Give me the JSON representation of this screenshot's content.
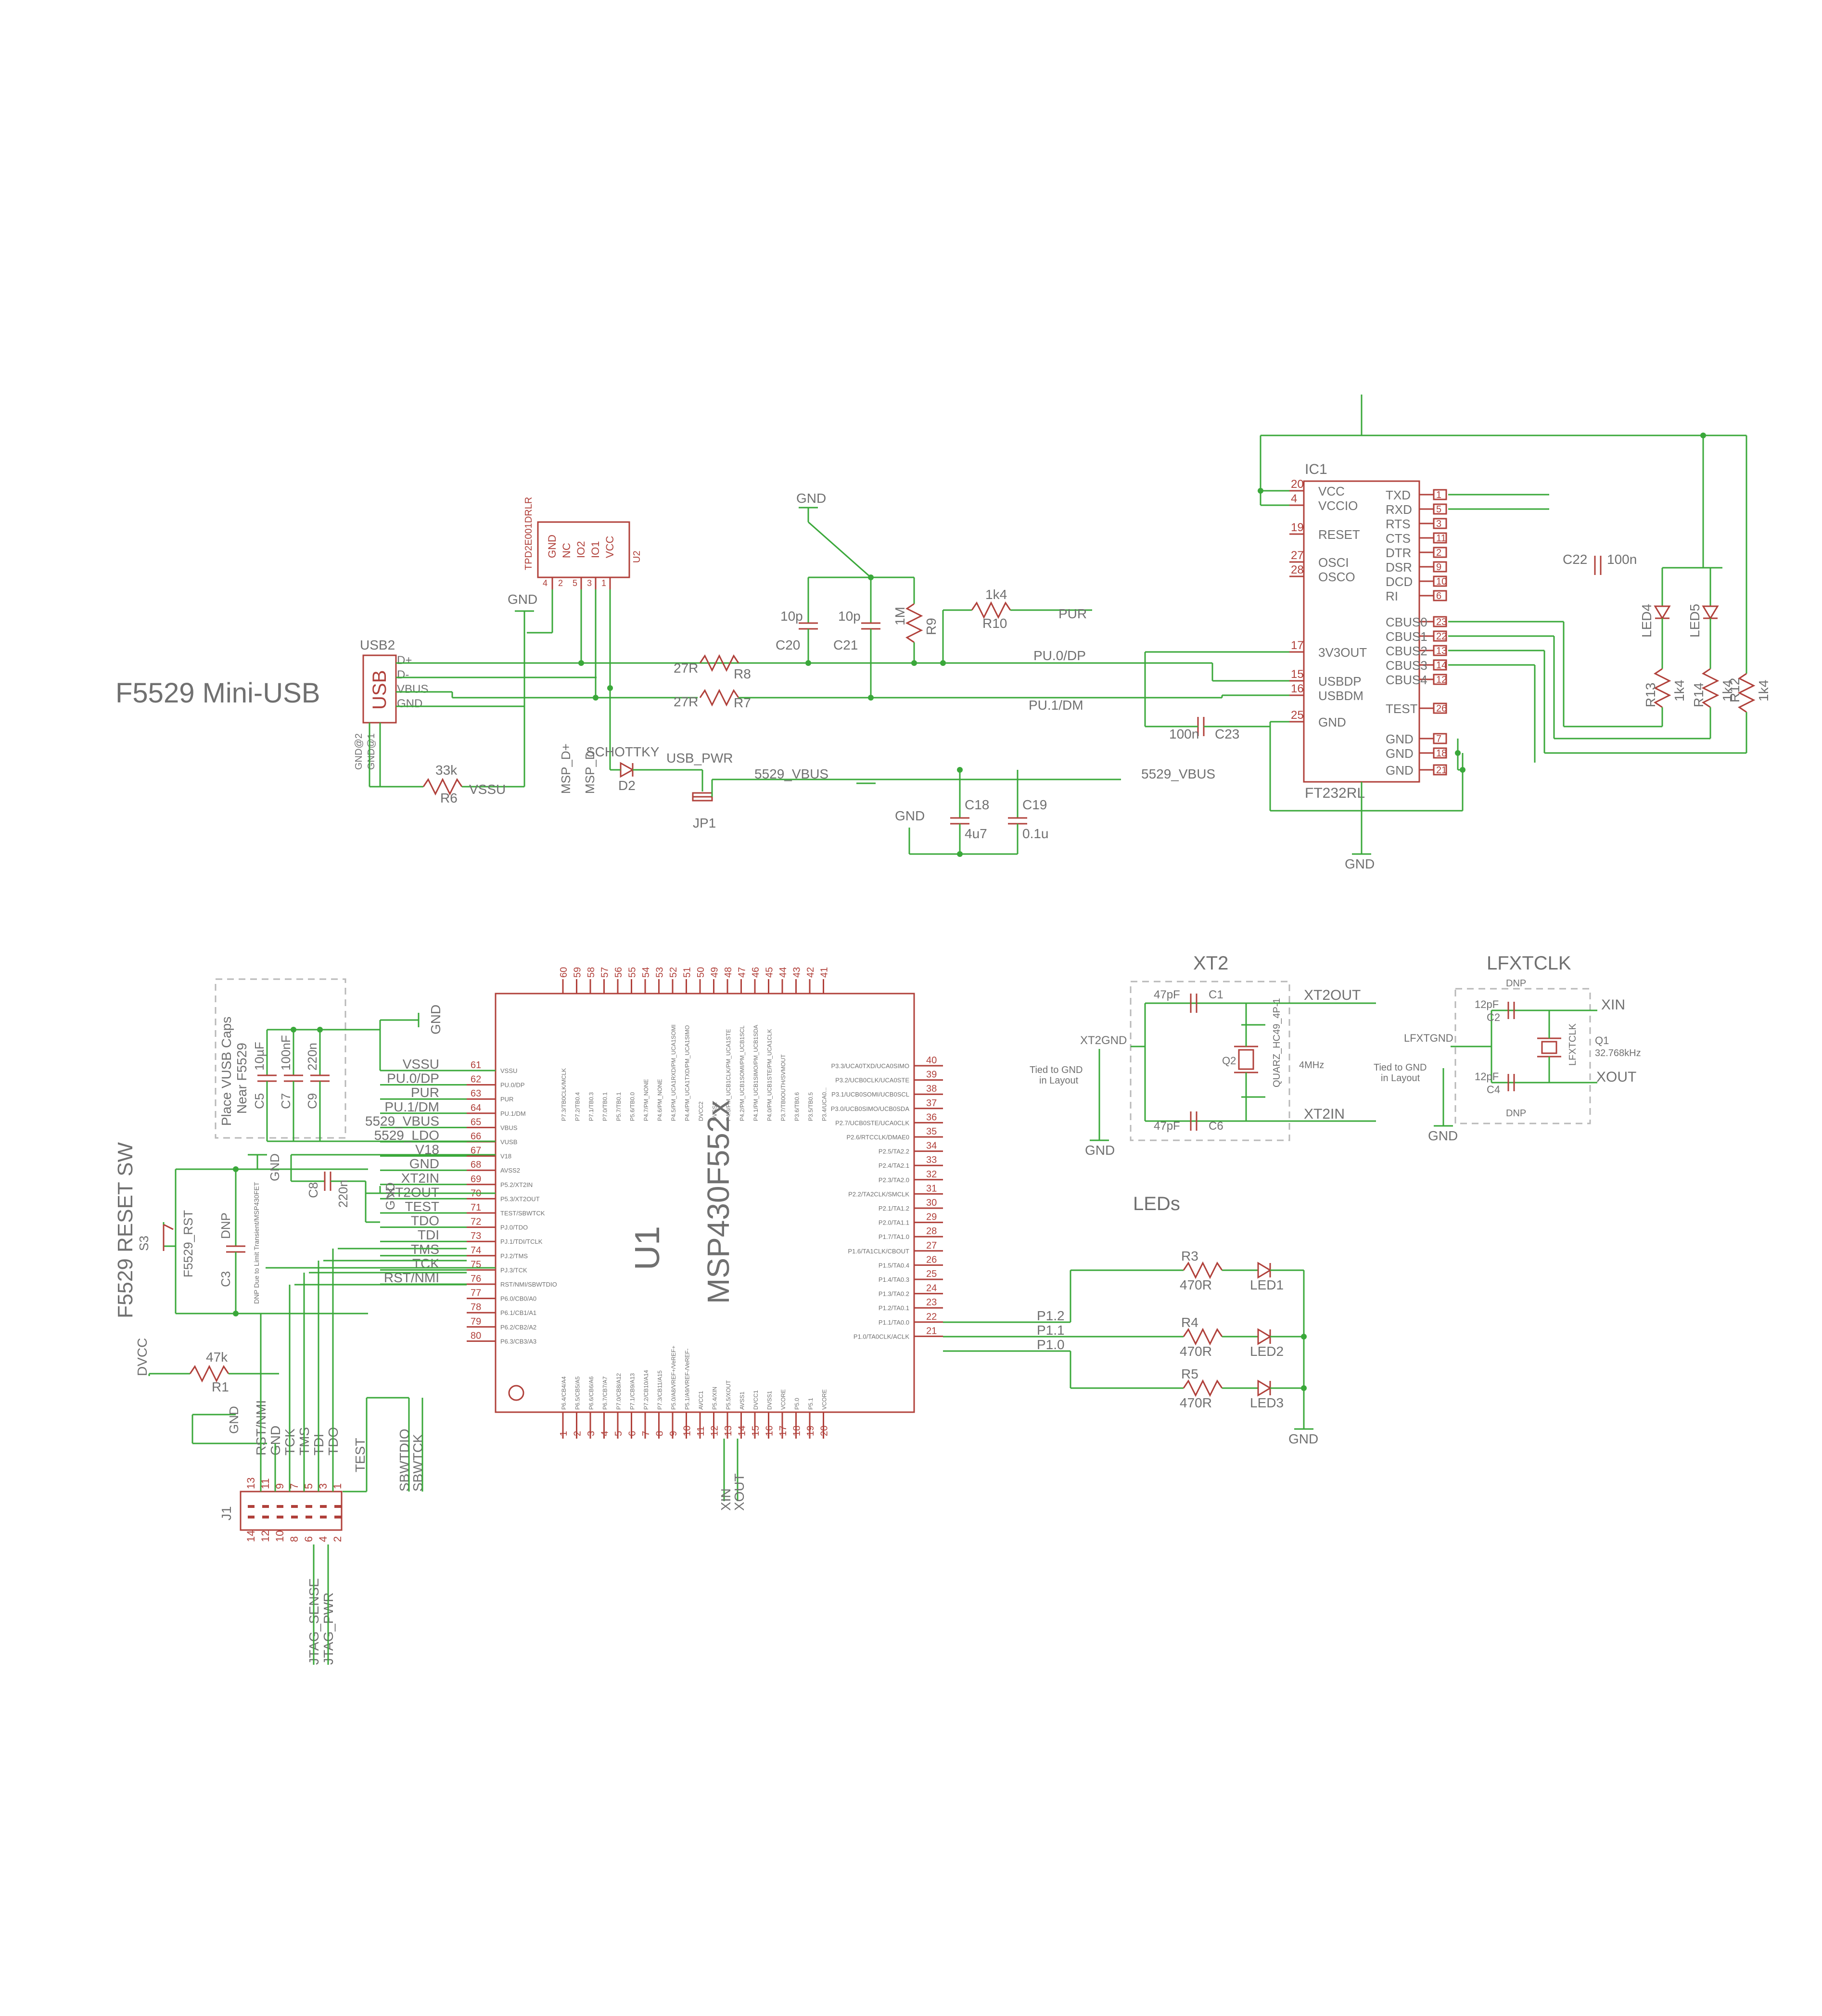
{
  "usb": {
    "title": "F5529 Mini-USB",
    "connector": "USB2",
    "body": "USB",
    "pins": [
      "D+",
      "D-",
      "VBUS",
      "GND",
      "GND@2",
      "GND@1"
    ],
    "r6": "R6",
    "r6_val": "33k",
    "vssu": "VSSU",
    "gnd": "GND"
  },
  "tvs": {
    "part": "TPD2E001DRLR",
    "ref": "U2",
    "pins": [
      "GND",
      "NC",
      "IO2",
      "IO1",
      "VCC"
    ],
    "nums": [
      "4",
      "2",
      "5",
      "3",
      "1"
    ]
  },
  "usbpwr": {
    "msp_dp": "MSP_D+",
    "msp_dm": "MSP_D-",
    "schottky": "SCHOTTKY",
    "d2": "D2",
    "usb_pwr": "USB_PWR",
    "jp1": "JP1",
    "vbus_a": "5529_VBUS",
    "vbus_b": "5529_VBUS",
    "c18": "C18",
    "c18_val": "4u7",
    "c19": "C19",
    "c19_val": "0.1u",
    "gnd": "GND"
  },
  "usbnet": {
    "r8": "R8",
    "r8_val": "27R",
    "r7": "R7",
    "r7_val": "27R",
    "pu0": "PU.0/DP",
    "pu1": "PU.1/DM",
    "c20": "C20",
    "c20_val": "10p",
    "c21": "C21",
    "c21_val": "10p",
    "r9": "R9",
    "r9_val": "1M",
    "r10": "R10",
    "r10_val": "1k4",
    "pur": "PUR",
    "gnd": "GND"
  },
  "ft232": {
    "ref": "IC1",
    "part": "FT232RL",
    "left_pins": [
      {
        "num": "20",
        "name": "VCC"
      },
      {
        "num": "4",
        "name": "VCCIO"
      },
      {
        "num": "19",
        "name": "RESET"
      },
      {
        "num": "27",
        "name": "OSCI"
      },
      {
        "num": "28",
        "name": "OSCO"
      },
      {
        "num": "17",
        "name": "3V3OUT"
      },
      {
        "num": "15",
        "name": "USBDP"
      },
      {
        "num": "16",
        "name": "USBDM"
      },
      {
        "num": "25",
        "name": "GND"
      }
    ],
    "right_pins": [
      {
        "num": "1",
        "name": "TXD"
      },
      {
        "num": "5",
        "name": "RXD"
      },
      {
        "num": "3",
        "name": "RTS"
      },
      {
        "num": "11",
        "name": "CTS"
      },
      {
        "num": "2",
        "name": "DTR"
      },
      {
        "num": "9",
        "name": "DSR"
      },
      {
        "num": "10",
        "name": "DCD"
      },
      {
        "num": "6",
        "name": "RI"
      },
      {
        "num": "23",
        "name": "CBUS0"
      },
      {
        "num": "22",
        "name": "CBUS1"
      },
      {
        "num": "13",
        "name": "CBUS2"
      },
      {
        "num": "14",
        "name": "CBUS3"
      },
      {
        "num": "12",
        "name": "CBUS4"
      },
      {
        "num": "26",
        "name": "TEST"
      },
      {
        "num": "7",
        "name": "GND"
      },
      {
        "num": "18",
        "name": "GND"
      },
      {
        "num": "21",
        "name": "GND"
      }
    ],
    "c23": "C23",
    "c23_val": "100n",
    "c22": "C22",
    "c22_val": "100n",
    "led4": "LED4",
    "led5": "LED5",
    "r13": "R13",
    "r13_val": "1k4",
    "r14": "R14",
    "r14_val": "1k4",
    "r12": "R12",
    "r12_val": "1k4",
    "gnd": "GND"
  },
  "mcu": {
    "ref": "U1",
    "part": "MSP430F552x",
    "top_nums": [
      "60",
      "59",
      "58",
      "57",
      "56",
      "55",
      "54",
      "53",
      "52",
      "51",
      "50",
      "49",
      "48",
      "47",
      "46",
      "45",
      "44",
      "43",
      "42",
      "41"
    ],
    "top_names": [
      "P7.3/TB0CLK/MCLK",
      "P7.2/TB0.4",
      "P7.1/TB0.3",
      "P7.0/TB0.1",
      "P5.7/TB0.1",
      "P5.6/TB0.0",
      "P4.7/PM_NONE",
      "P4.6/PM_NONE",
      "P4.5/PM_UCA1RXD/PM_UCA1SOMI",
      "P4.4/PM_UCA1TXD/PM_UCA1SIMO",
      "DVCC2",
      "DVSS2",
      "P4.3/PM_UCB1CLK/PM_UCA1STE",
      "P4.2/PM_UCB1SOMI/PM_UCB1SCL",
      "P4.1/PM_UCB1SIMO/PM_UCB1SDA",
      "P4.0/PM_UCB1STE/PM_UCA1CLK",
      "P3.7/TB0OUTH/SVMOUT",
      "P3.6/TB0.6",
      "P3.5/TB0.5",
      "P3.4/UCA0..."
    ],
    "left_nums": [
      "61",
      "62",
      "63",
      "64",
      "65",
      "66",
      "67",
      "68",
      "69",
      "70",
      "71",
      "72",
      "73",
      "74",
      "75",
      "76",
      "77",
      "78",
      "79",
      "80"
    ],
    "left_names": [
      "VSSU",
      "PU.0/DP",
      "PUR",
      "PU.1/DM",
      "VBUS",
      "VUSB",
      "V18",
      "AVSS2",
      "P5.2/XT2IN",
      "P5.3/XT2OUT",
      "TEST/SBWTCK",
      "PJ.0/TDO",
      "PJ.1/TDI/TCLK",
      "PJ.2/TMS",
      "PJ.3/TCK",
      "RST/NMI/SBWTDIO",
      "P6.0/CB0/A0",
      "P6.1/CB1/A1",
      "P6.2/CB2/A2",
      "P6.3/CB3/A3"
    ],
    "left_nets": [
      "VSSU",
      "PU.0/DP",
      "PUR",
      "PU.1/DM",
      "5529_VBUS",
      "5529_LDO",
      "V18",
      "GND",
      "XT2IN",
      "XT2OUT",
      "TEST",
      "TDO",
      "TDI",
      "TMS",
      "TCK",
      "RST/NMI",
      "",
      "",
      "",
      ""
    ],
    "right_nums": [
      "40",
      "39",
      "38",
      "37",
      "36",
      "35",
      "34",
      "33",
      "32",
      "31",
      "30",
      "29",
      "28",
      "27",
      "26",
      "25",
      "24",
      "23",
      "22",
      "21"
    ],
    "right_names": [
      "P3.3/UCA0TXD/UCA0SIMO",
      "P3.2/UCB0CLK/UCA0STE",
      "P3.1/UCB0SOMI/UCB0SCL",
      "P3.0/UCB0SIMO/UCB0SDA",
      "P2.7/UCB0STE/UCA0CLK",
      "P2.6/RTCCLK/DMAE0",
      "P2.5/TA2.2",
      "P2.4/TA2.1",
      "P2.3/TA2.0",
      "P2.2/TA2CLK/SMCLK",
      "P2.1/TA1.2",
      "P2.0/TA1.1",
      "P1.7/TA1.0",
      "P1.6/TA1CLK/CBOUT",
      "P1.5/TA0.4",
      "P1.4/TA0.3",
      "P1.3/TA0.2",
      "P1.2/TA0.1",
      "P1.1/TA0.0",
      "P1.0/TA0CLK/ACLK"
    ],
    "bottom_nums": [
      "1",
      "2",
      "3",
      "4",
      "5",
      "6",
      "7",
      "8",
      "9",
      "10",
      "11",
      "12",
      "13",
      "14",
      "15",
      "16",
      "17",
      "18",
      "19",
      "20"
    ],
    "bottom_names": [
      "P6.4/CB4/A4",
      "P6.5/CB5/A5",
      "P6.6/CB6/A6",
      "P6.7/CB7/A7",
      "P7.0/CB8/A12",
      "P7.1/CB9/A13",
      "P7.2/CB10/A14",
      "P7.3/CB11/A15",
      "P5.0/A8/VREF+/VeREF+",
      "P5.1/A9/VREF-/VeREF-",
      "AVCC1",
      "P5.4/XIN",
      "P5.5/XOUT",
      "AVSS1",
      "DVCC1",
      "DVSS1",
      "VCORE",
      "P5.0",
      "P5.1",
      "VCORE"
    ],
    "xin": "XIN",
    "xout": "XOUT",
    "p12": "P1.2",
    "p11": "P1.1",
    "p10": "P1.0"
  },
  "vusbcaps": {
    "note1": "Place VUSB Caps",
    "note2": "Near F5529",
    "c5": "C5",
    "c5_val": "10µF",
    "c7": "C7",
    "c7_val": "100nF",
    "c9": "C9",
    "c9_val": "220n",
    "c8": "C8",
    "c8_val": "220n",
    "gnd": "GND"
  },
  "reset": {
    "title": "F5529 RESET SW",
    "s3": "S3",
    "sw": "F5529_RST",
    "c3": "C3",
    "c3_val": "DNP",
    "note": "DNP Due to Limit Transient/MSP430FET",
    "dvcc": "DVCC",
    "r1": "R1",
    "r1_val": "47k",
    "gnd": "GND"
  },
  "jtag": {
    "ref": "J1",
    "top_labels": [
      "RST/NMI",
      "GND",
      "TCK",
      "TMS",
      "TDI",
      "TDO"
    ],
    "odd_nums": [
      "13",
      "11",
      "9",
      "7",
      "5",
      "3",
      "1"
    ],
    "even_nums": [
      "14",
      "12",
      "10",
      "8",
      "6",
      "4",
      "2"
    ],
    "test": "TEST",
    "sbwtdio": "SBWTDIO",
    "sbwtck": "SBWTCK",
    "sense": "JTAG_SENSE",
    "pwr": "JTAG_PWR"
  },
  "xt2": {
    "title": "XT2",
    "c1": "C1",
    "c1_val": "47pF",
    "c6": "C6",
    "c6_val": "47pF",
    "q2": "Q2",
    "q2_part": "QUARZ_HC49_4P-1",
    "q2_freq": "4MHz",
    "out": "XT2OUT",
    "in": "XT2IN",
    "gndnet": "XT2GND",
    "note1": "Tied to GND",
    "note2": "in Layout",
    "gnd": "GND"
  },
  "lfxt": {
    "title": "LFXTCLK",
    "c2": "C2",
    "c2_val": "12pF",
    "c4": "C4",
    "c4_val": "12pF",
    "dnp": "DNP",
    "q1": "Q1",
    "q1_freq": "32.768kHz",
    "part": "LFXTCLK",
    "xin": "XIN",
    "xout": "XOUT",
    "gndnet": "LFXTGND",
    "note1": "Tied to GND",
    "note2": "in Layout",
    "gnd": "GND"
  },
  "leds": {
    "title": "LEDs",
    "r3": "R3",
    "r4": "R4",
    "r5": "R5",
    "rval": "470R",
    "led1": "LED1",
    "led2": "LED2",
    "led3": "LED3",
    "gnd": "GND"
  }
}
